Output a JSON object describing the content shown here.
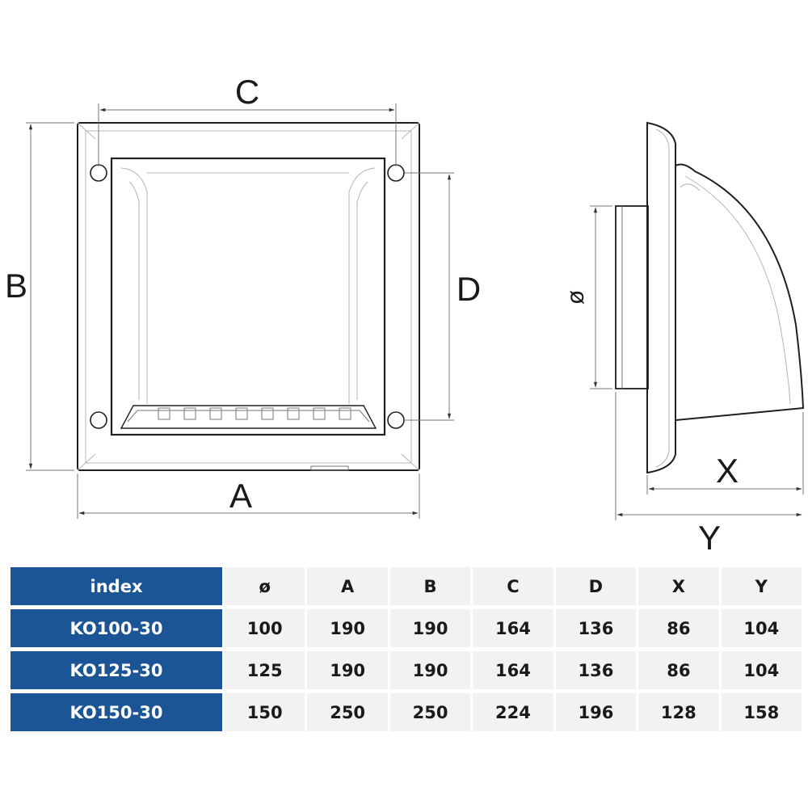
{
  "drawing": {
    "front_labels": {
      "A": "A",
      "B": "B",
      "C": "C",
      "D": "D"
    },
    "side_labels": {
      "diameter": "ø",
      "X": "X",
      "Y": "Y"
    },
    "colors": {
      "line": "#1f1f1f",
      "table_header": "#1c5596",
      "table_cell": "#f2f2f2"
    }
  },
  "table": {
    "header": [
      "index",
      "ø",
      "A",
      "B",
      "C",
      "D",
      "X",
      "Y"
    ],
    "rows": [
      [
        "KO100-30",
        "100",
        "190",
        "190",
        "164",
        "136",
        "86",
        "104"
      ],
      [
        "KO125-30",
        "125",
        "190",
        "190",
        "164",
        "136",
        "86",
        "104"
      ],
      [
        "KO150-30",
        "150",
        "250",
        "250",
        "224",
        "196",
        "128",
        "158"
      ]
    ]
  }
}
